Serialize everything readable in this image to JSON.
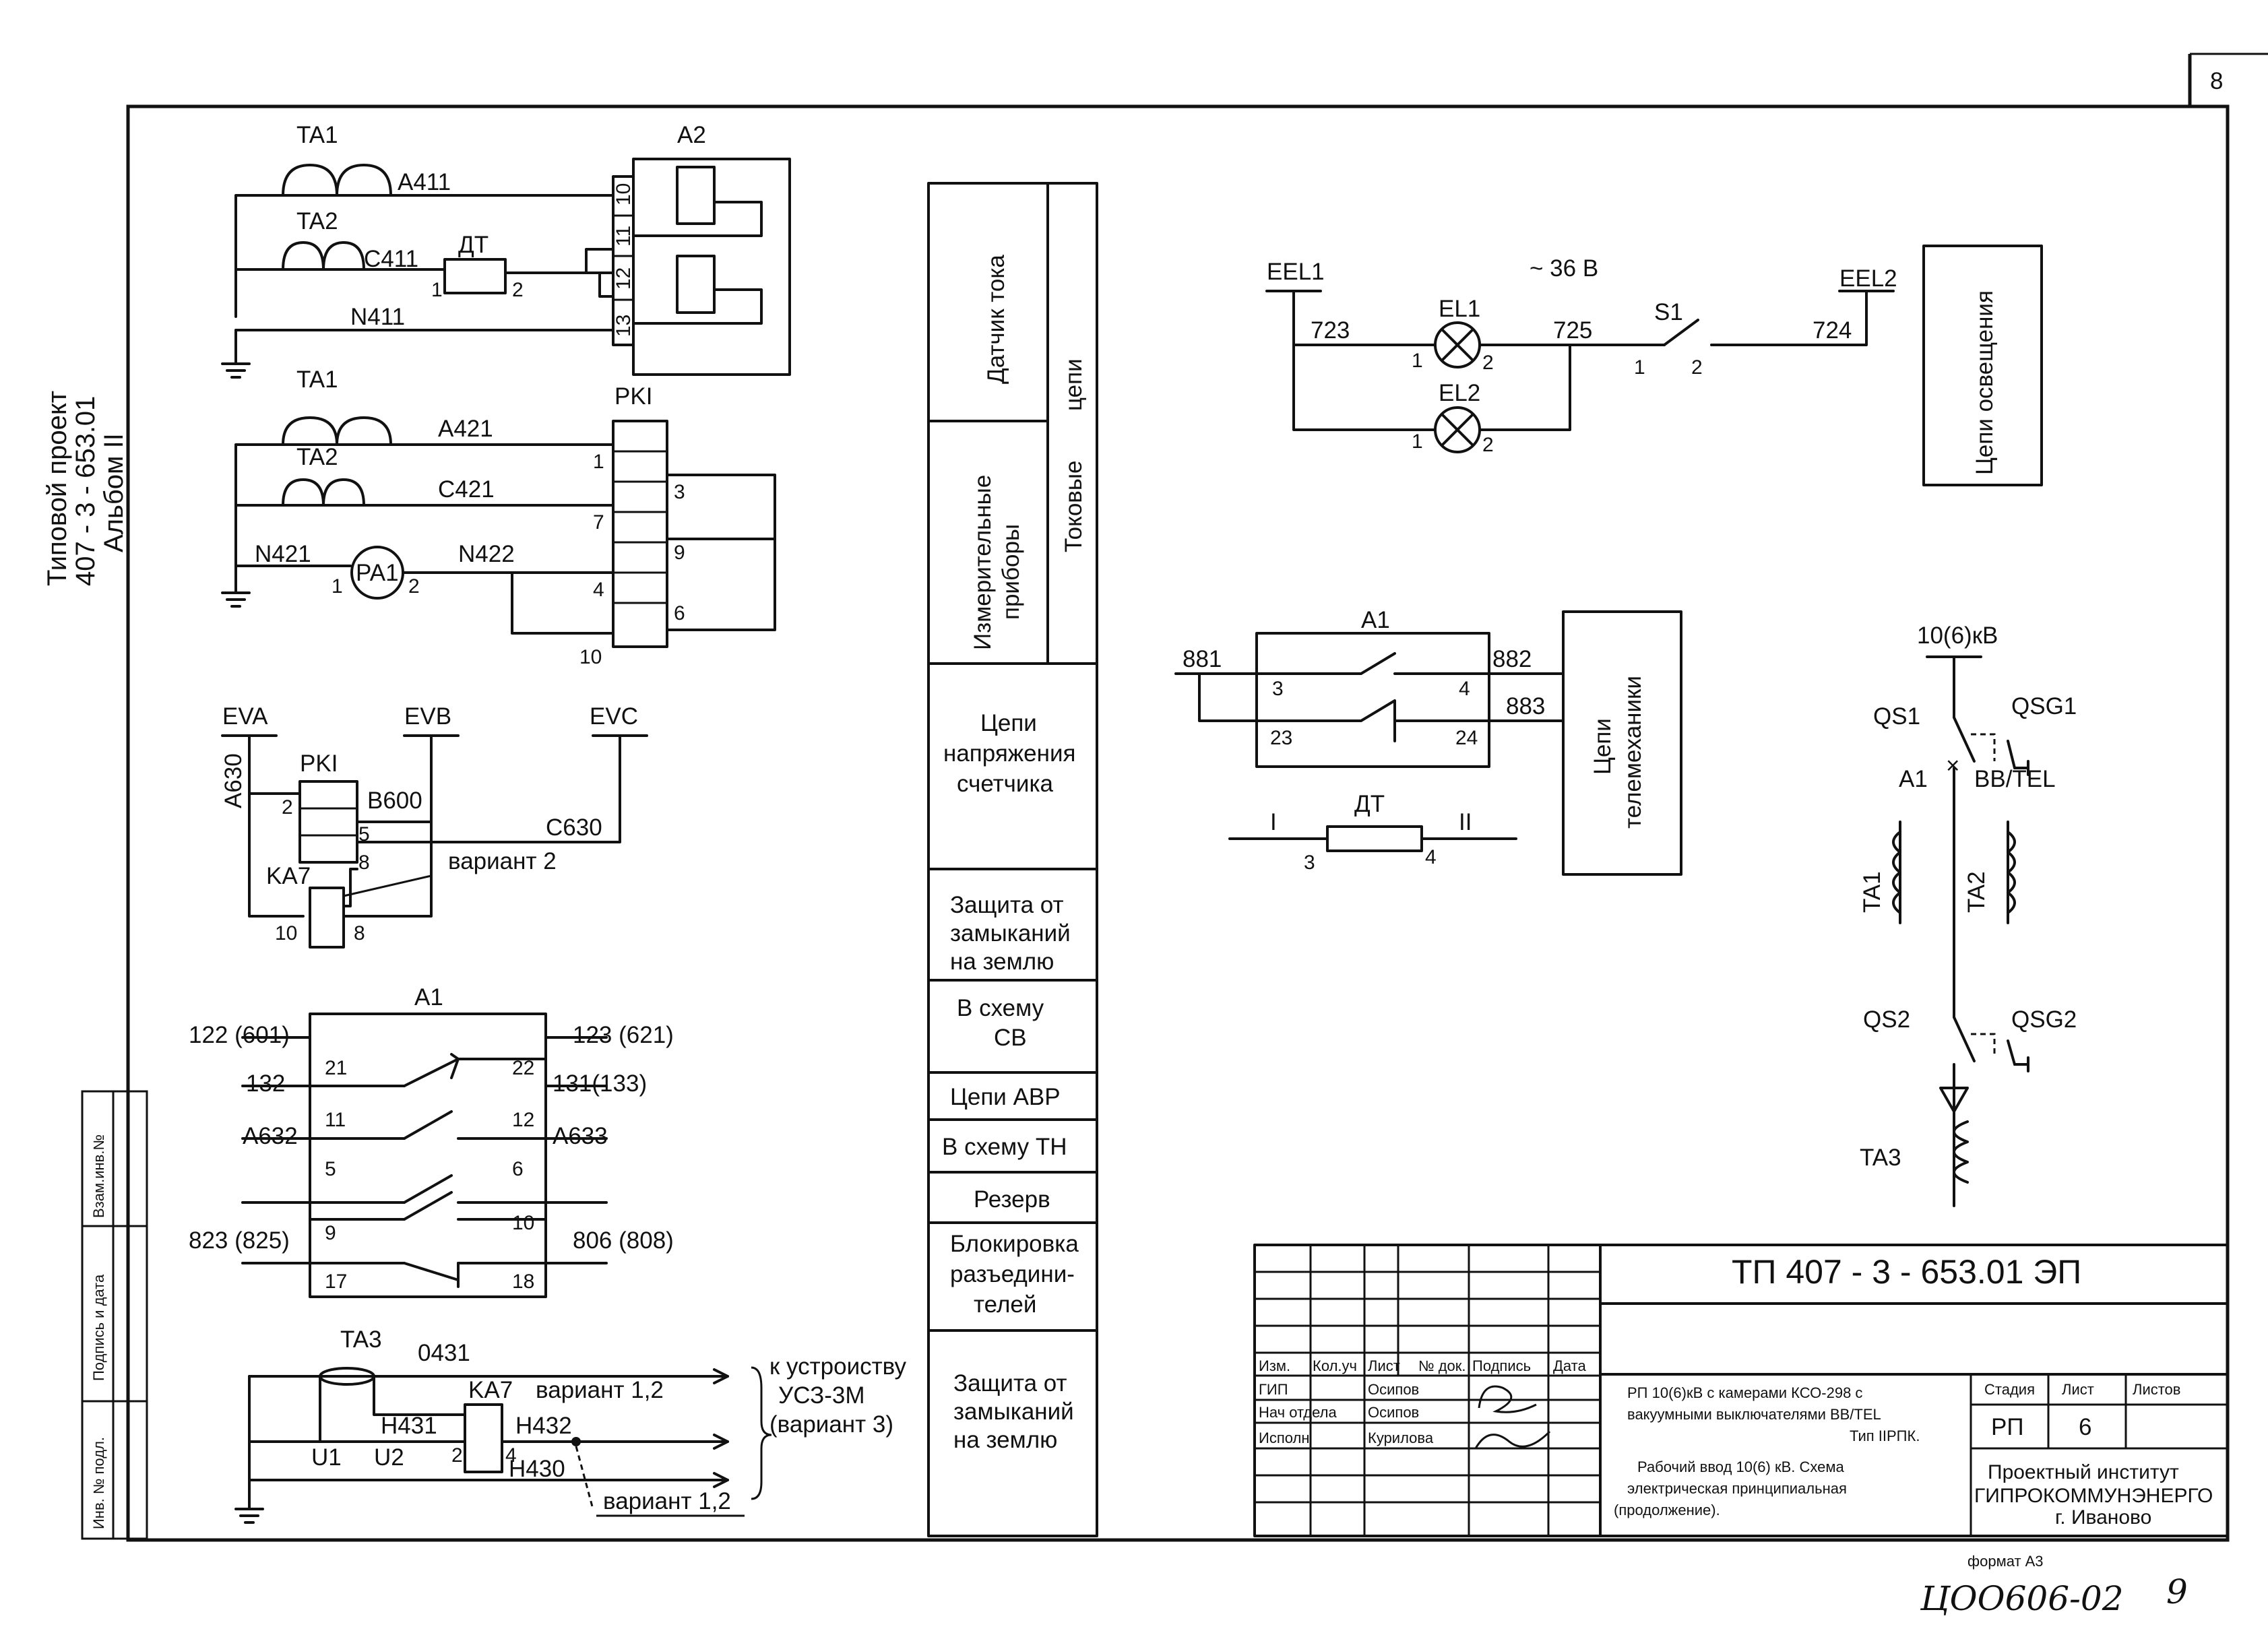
{
  "sheet": {
    "number": "8"
  },
  "side": {
    "title_line1": "Типовой проект",
    "title_line2": "407 - 3 - 653.01",
    "title_line3": "Альбом II",
    "stamp_row1": "Взам.инв.№",
    "stamp_row2": "Подпись и дата",
    "stamp_row3": "Инв. № подл."
  },
  "block_a2": {
    "device": "A2",
    "ta1": "TA1",
    "ta2": "TA2",
    "dt": "ДТ",
    "wire_a": "A411",
    "wire_c": "C411",
    "wire_n": "N411",
    "pin_10": "10",
    "pin_11": "11",
    "pin_12": "12",
    "pin_13": "13",
    "dt_pin1": "1",
    "dt_pin2": "2"
  },
  "block_pki": {
    "device": "PKI",
    "ta1": "TA1",
    "ta2": "TA2",
    "wire_a": "A421",
    "wire_c": "C421",
    "wire_n1": "N421",
    "wire_n2": "N422",
    "meter": "PA1",
    "pa_pin1": "1",
    "pa_pin2": "2",
    "t1": "1",
    "t3": "3",
    "t7": "7",
    "t9": "9",
    "t4": "4",
    "t6": "6",
    "t10": "10"
  },
  "block_voltage": {
    "eva": "EVA",
    "evb": "EVB",
    "evc": "EVC",
    "wire_a": "A630",
    "wire_b": "B600",
    "wire_c": "C630",
    "pki": "PKI",
    "ka7": "KA7",
    "variant": "вариант 2",
    "p2": "2",
    "p5": "5",
    "p8": "8",
    "p10": "10",
    "p8b": "8"
  },
  "block_a1": {
    "device": "A1",
    "left": [
      "122 (601)",
      "132",
      "A632",
      "",
      "823 (825)"
    ],
    "right": [
      "123 (621)",
      "131(133)",
      "A633",
      "",
      "806 (808)"
    ],
    "lpins": [
      "21",
      "11",
      "5",
      "9",
      "17"
    ],
    "rpins": [
      "22",
      "12",
      "6",
      "10",
      "18"
    ]
  },
  "block_ta3": {
    "ta3": "TA3",
    "wire_0": "0431",
    "ka7": "KA7",
    "h431": "H431",
    "h432": "H432",
    "h430": "H430",
    "u1": "U1",
    "u2": "U2",
    "p2": "2",
    "p4": "4",
    "var12_top": "вариант 1,2",
    "var12_bot": "вариант 1,2",
    "dest1": "к устроиству",
    "dest2": "УСЗ-3М",
    "dest3": "(вариант 3)"
  },
  "legend": {
    "sensor_1": "Датчик тока",
    "tokovye_1": "Токовые",
    "tokovye_2": "цепи",
    "meters_1": "Измерительные",
    "meters_2": "приборы",
    "voltage": [
      "Цепи",
      "напряжения",
      "счетчика"
    ],
    "earth1": [
      "Защита от",
      "замыканий",
      "на землю"
    ],
    "sv": [
      "В схему",
      "СВ"
    ],
    "avr": [
      "Цепи АВР"
    ],
    "tn": [
      "В схему ТН"
    ],
    "reserve": [
      "Резерв"
    ],
    "interlock": [
      "Блокировка",
      "разъедини-",
      "телей"
    ],
    "earth2": [
      "Защита от",
      "замыканий",
      "на землю"
    ]
  },
  "lighting": {
    "eel1": "EEL1",
    "eel2": "EEL2",
    "voltage": "~ 36 В",
    "el1": "EL1",
    "el2": "EL2",
    "s1": "S1",
    "w723": "723",
    "w725": "725",
    "w724": "724",
    "el1_p1": "1",
    "el1_p2": "2",
    "el2_p1": "1",
    "el2_p2": "2",
    "s1_p1": "1",
    "s1_p2": "2",
    "box": "Цепи освещения"
  },
  "telemech": {
    "a1": "A1",
    "w881": "881",
    "w882": "882",
    "w883": "883",
    "p3": "3",
    "p4": "4",
    "p23": "23",
    "p24": "24",
    "box_1": "Цепи",
    "box_2": "телемеханики",
    "dt": "ДТ",
    "dt_i": "I",
    "dt_ii": "II",
    "dt_p3": "3",
    "dt_p4": "4"
  },
  "single_line": {
    "voltage": "10(6)кВ",
    "qs1": "QS1",
    "qsg1": "QSG1",
    "a1": "A1",
    "breaker": "BB/TEL",
    "ta1": "TA1",
    "ta2": "TA2",
    "qs2": "QS2",
    "qsg2": "QSG2",
    "ta3": "TA3"
  },
  "title_block": {
    "code": "ТП  407 - 3 - 653.01  ЭП",
    "headers": [
      "Изм.",
      "Кол.уч",
      "Лист",
      "№ док.",
      "Подпись",
      "Дата"
    ],
    "roles": [
      "ГИП",
      "Нач отдела",
      "Исполн"
    ],
    "names": [
      "Осипов",
      "Осипов",
      "Курилова"
    ],
    "desc1_l1": "РП 10(6)кВ с камерами КСО-298 с",
    "desc1_l2": "вакуумными выключателями BB/TEL",
    "desc1_l3": "Тип IIPПК.",
    "desc2_l1": "Рабочий ввод 10(6) кВ. Схема",
    "desc2_l2": "электрическая принципиальная",
    "desc2_l3": "(продолжение).",
    "stage_label": "Стадия",
    "sheet_label": "Лист",
    "sheets_label": "Листов",
    "stage": "РП",
    "sheet_no": "6",
    "org1": "Проектный институт",
    "org2": "ГИПРОКОММУНЭНЕРГО",
    "org3": "г. Иваново"
  },
  "footer": {
    "format": "формат А3",
    "handwritten": "ЦОО606-02",
    "page": "9"
  }
}
